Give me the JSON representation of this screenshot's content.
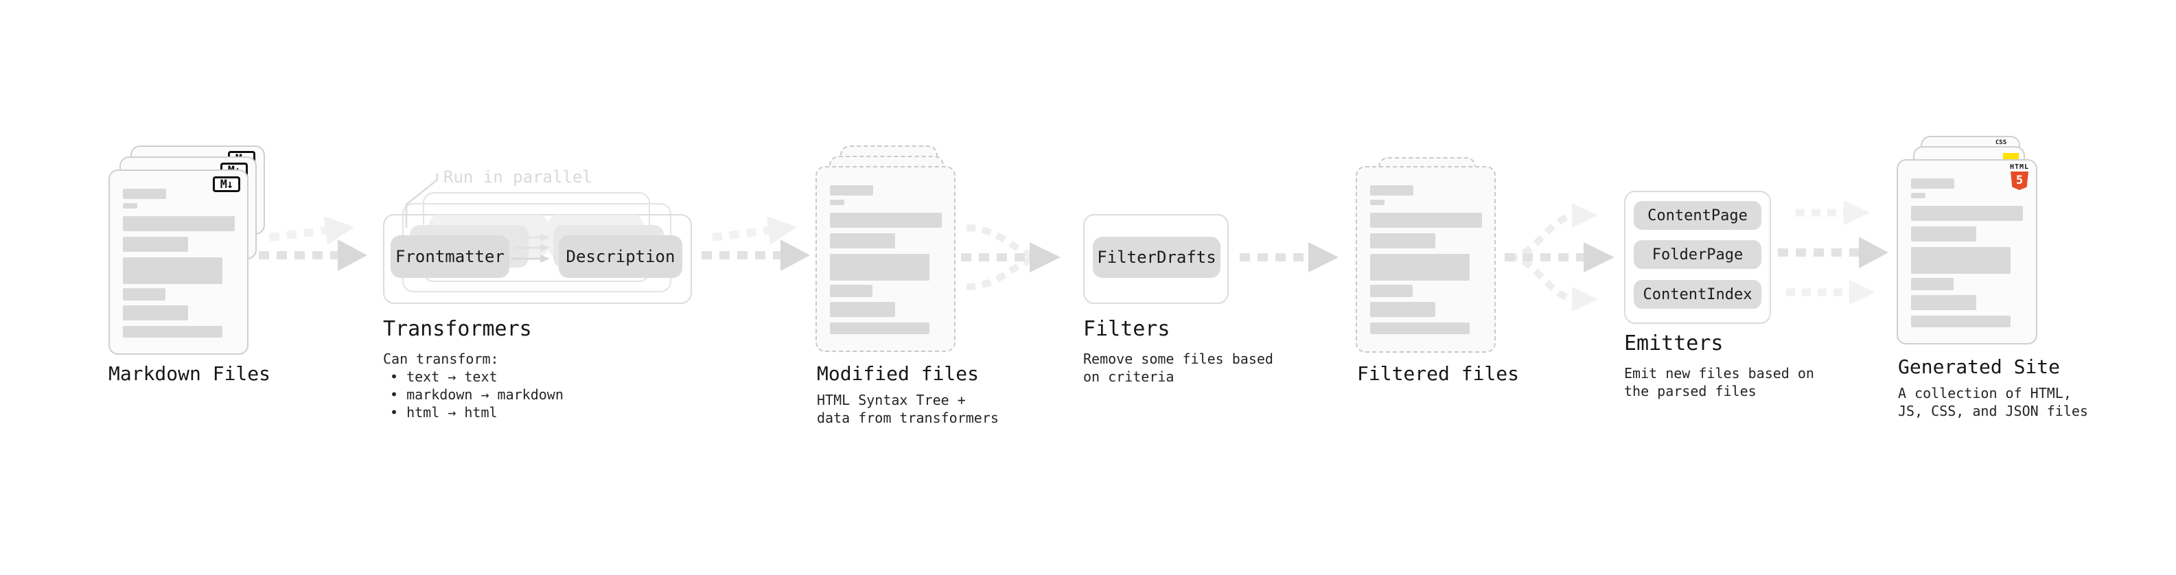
{
  "stages": {
    "markdown_files": {
      "label": "Markdown Files",
      "badge": "M↓"
    },
    "transformers": {
      "title": "Transformers",
      "note": "Run in parallel",
      "pill_left": "Frontmatter",
      "pill_right": "Description",
      "desc_heading": "Can transform:",
      "bullets": [
        "• text → text",
        "• markdown → markdown",
        "• html → html"
      ]
    },
    "modified_files": {
      "label": "Modified files",
      "sublines": [
        "HTML Syntax Tree +",
        "data from transformers"
      ]
    },
    "filters": {
      "title": "Filters",
      "pill": "FilterDrafts",
      "sublines": [
        "Remove some files based",
        "on criteria"
      ]
    },
    "filtered_files": {
      "label": "Filtered files"
    },
    "emitters": {
      "title": "Emitters",
      "pills": [
        "ContentPage",
        "FolderPage",
        "ContentIndex"
      ],
      "sublines": [
        "Emit new files based on",
        "the parsed files"
      ]
    },
    "generated_site": {
      "label": "Generated Site",
      "sublines": [
        "A collection of HTML,",
        "JS, CSS, and JSON files"
      ],
      "html_badge_word": "HTML",
      "html_badge_number": "5",
      "css_badge": "CSS"
    }
  },
  "colors": {
    "html5_orange": "#e44d26",
    "js_yellow": "#ffe000",
    "css_blue": "#2962f1",
    "dark_arrow": "#d8d8d8",
    "light_arrow": "#f1f1f1",
    "placeholder_line": "#d9d9d9"
  }
}
